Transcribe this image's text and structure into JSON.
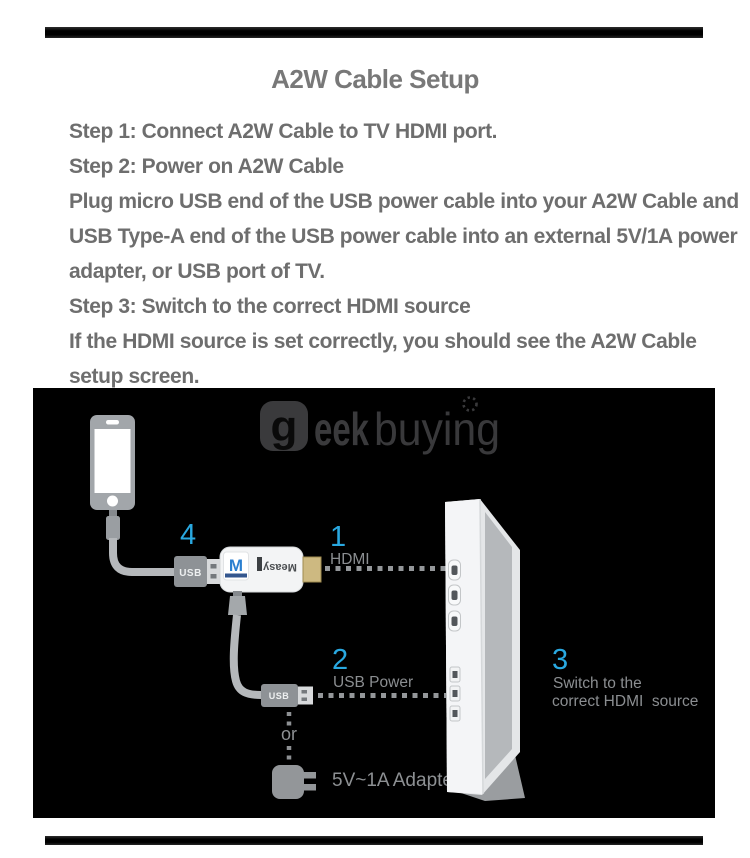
{
  "page": {
    "title": "A2W Cable Setup",
    "instructions": [
      "Step 1: Connect A2W Cable to TV HDMI port.",
      "Step 2: Power on A2W Cable",
      "Plug micro USB end of the USB power cable into your A2W Cable and",
      "USB Type-A end of the USB power cable into an external 5V/1A power",
      "adapter, or USB port of TV.",
      "Step 3: Switch to the correct HDMI source",
      "If the HDMI source is set correctly, you should see the A2W Cable",
      "setup screen."
    ]
  },
  "diagram": {
    "watermark": {
      "g": "g",
      "eek": "eek",
      "buying": "buying"
    },
    "callout1": {
      "number": "1",
      "label": "HDMI"
    },
    "callout2": {
      "number": "2",
      "label": "USB Power"
    },
    "callout3": {
      "number": "3",
      "label_line1": "Switch to the",
      "label_line2": "correct HDMI  source"
    },
    "callout4": {
      "number": "4"
    },
    "or_label": "or",
    "adapter_label": "5V~1A Adapter",
    "usb_plug_top_label": "USB",
    "usb_plug_bottom_label": "USB",
    "dongle": {
      "logo_letter": "M",
      "brand": "Measy"
    },
    "colors": {
      "accent_cyan": "#29a8e0",
      "caption_gray": "#8b8e91",
      "diagram_background": "#000000",
      "watermark_gray": "#3a3a3c",
      "hdmi_gold": "#cdb981"
    }
  }
}
